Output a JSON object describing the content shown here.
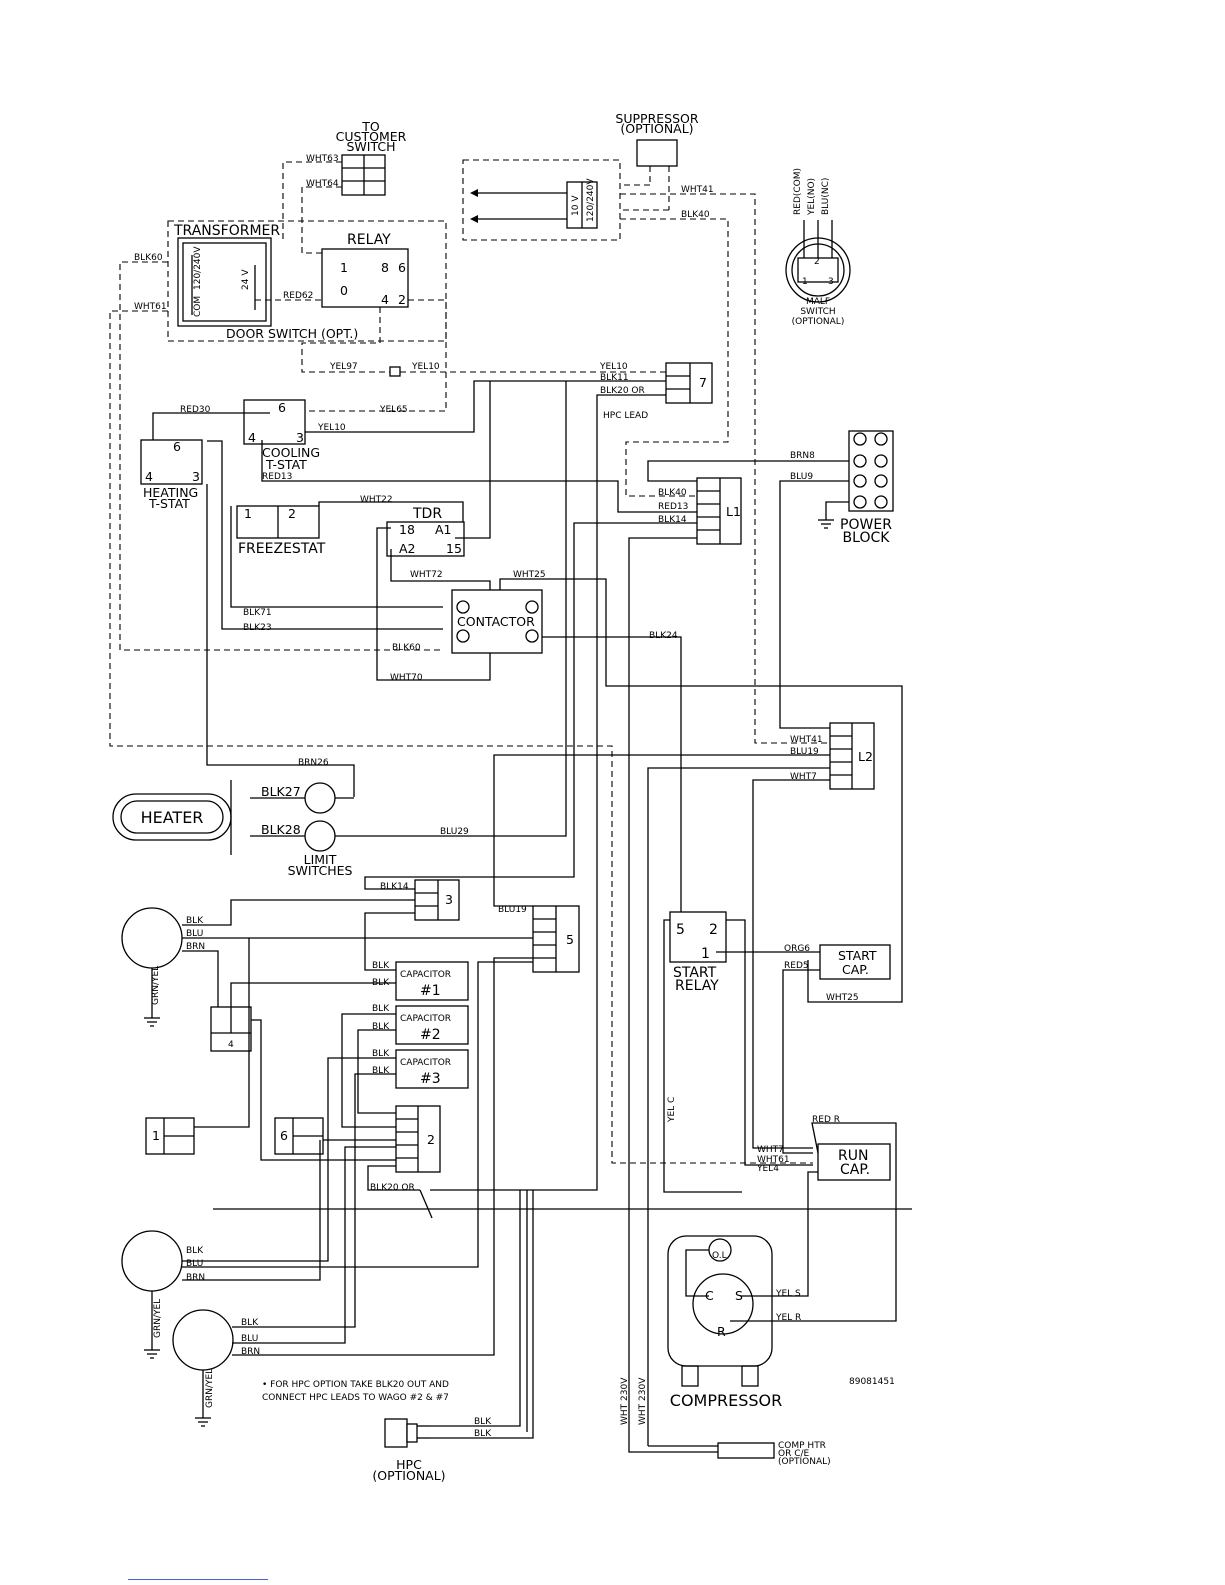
{
  "labels": {
    "to_customer": "TO",
    "customer": "CUSTOMER",
    "switch": "SWITCH",
    "suppressor": "SUPPRESSOR",
    "optional": "(OPTIONAL)",
    "transformer": "TRANSFORMER",
    "relay": "RELAY",
    "door_switch": "DOOR SWITCH (OPT.)",
    "v120_240": "120/240V",
    "com": "COM",
    "v24": "24 V",
    "v10": "10 V",
    "malf": "MALF",
    "malf_switch": "SWITCH",
    "malf_optional": "(OPTIONAL)",
    "red_com": "RED(COM)",
    "yel_no": "YEL(NO)",
    "blu_nc": "BLU(NC)",
    "cooling": "COOLING",
    "tstat": "T-STAT",
    "heating": "HEATING",
    "heating_tstat": "T-STAT",
    "hpc_lead": "HPC LEAD",
    "freezestat": "FREEZESTAT",
    "tdr": "TDR",
    "contactor": "CONTACTOR",
    "power": "POWER",
    "block": "BLOCK",
    "heater": "HEATER",
    "limit": "LIMIT",
    "switches": "SWITCHES",
    "capacitor": "CAPACITOR",
    "cap1": "#1",
    "cap2": "#2",
    "cap3": "#3",
    "start_relay_a": "START",
    "start_relay_b": "RELAY",
    "start_cap_a": "START",
    "start_cap_b": "CAP.",
    "run_cap_a": "RUN",
    "run_cap_b": "CAP.",
    "compressor": "COMPRESSOR",
    "ol": "O.L.",
    "c": "C",
    "s": "S",
    "r": "R",
    "part_no": "89081451",
    "note_a": "• FOR HPC OPTION TAKE BLK20 OUT AND",
    "note_b": "CONNECT HPC LEADS TO WAGO #2 & #7",
    "hpc": "HPC",
    "hpc_optional": "(OPTIONAL)",
    "comp_htr_a": "COMP HTR",
    "comp_htr_b": "OR C/E",
    "comp_htr_c": "(OPTIONAL)",
    "gnd_yel": "GRN/YEL"
  },
  "terminals": {
    "r1": "1",
    "r8": "8",
    "r6": "6",
    "r0": "0",
    "r4": "4",
    "r2": "2",
    "cool6": "6",
    "cool4": "4",
    "cool3": "3",
    "heat6": "6",
    "heat4": "4",
    "heat3": "3",
    "fz1": "1",
    "fz2": "2",
    "t18": "18",
    "tA1": "A1",
    "tA2": "A2",
    "t15": "15",
    "sr5": "5",
    "sr2": "2",
    "sr1": "1",
    "malf2": "2",
    "malf1": "1",
    "malf3": "3"
  },
  "connectors": {
    "w7": "7",
    "wL1": "L1",
    "wL2": "L2",
    "w3": "3",
    "w5": "5",
    "w4": "4",
    "w2": "2",
    "w1": "1",
    "w6": "6"
  },
  "wires": {
    "WHT63": "WHT63",
    "WHT64": "WHT64",
    "WHT41": "WHT41",
    "BLK40": "BLK40",
    "BLK60": "BLK60",
    "WHT61": "WHT61",
    "RED62": "RED62",
    "YEL97": "YEL97",
    "YEL10": "YEL10",
    "YEL10b": "YEL10",
    "YEL10c": "YEL10",
    "BLK11": "BLK11",
    "BLK20OR": "BLK20 OR",
    "RED30": "RED30",
    "YEL65": "YEL65",
    "RED13": "RED13",
    "RED13b": "RED13",
    "BRN8": "BRN8",
    "BLU9": "BLU9",
    "BLK40b": "BLK40",
    "BLK14": "BLK14",
    "WHT22": "WHT22",
    "WHT72": "WHT72",
    "WHT25": "WHT25",
    "BLK71": "BLK71",
    "BLK23": "BLK23",
    "BLK60b": "BLK60",
    "BLK24": "BLK24",
    "WHT70": "WHT70",
    "WHT41b": "WHT41",
    "BLU19": "BLU19",
    "WHT7": "WHT7",
    "BRN26": "BRN26",
    "BLK27": "BLK27",
    "BLK28": "BLK28",
    "BLU29": "BLU29",
    "BLK14b": "BLK14",
    "BLU19b": "BLU19",
    "BLK": "BLK",
    "BLU": "BLU",
    "BRN": "BRN",
    "ORG6": "ORG6",
    "RED5": "RED5",
    "WHT25b": "WHT25",
    "YELC": "YEL C",
    "REDR": "RED R",
    "WHT7b": "WHT7",
    "WHT61b": "WHT61",
    "YEL4": "YEL4",
    "BLK20OR2": "BLK20 OR",
    "YELS": "YEL S",
    "YELR": "YEL R",
    "WHT230a": "WHT 230V",
    "WHT230b": "WHT 230V"
  }
}
